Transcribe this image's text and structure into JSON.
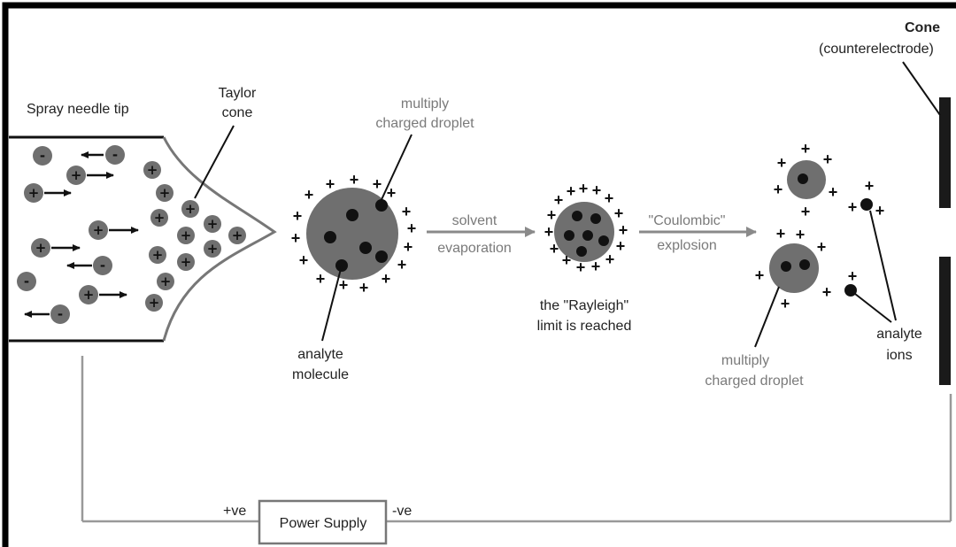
{
  "colors": {
    "frame": "#000000",
    "droplet": "#6f6f6f",
    "dark": "#111111",
    "wire": "#999999",
    "arrow_grey": "#8a8a8a",
    "grey_text": "#7a7a7a"
  },
  "labels": {
    "needle_tip": "Spray needle tip",
    "taylor_cone_1": "Taylor",
    "taylor_cone_2": "cone",
    "multiply_charged_1_l1": "multiply",
    "multiply_charged_1_l2": "charged droplet",
    "solvent_evaporation_l1": "solvent",
    "solvent_evaporation_l2": "evaporation",
    "coulombic_l1": "\"Coulombic\"",
    "coulombic_l2": "explosion",
    "rayleigh_l1": "the \"Rayleigh\"",
    "rayleigh_l2": "limit is reached",
    "analyte_molecule_l1": "analyte",
    "analyte_molecule_l2": "molecule",
    "multiply_charged_2_l1": "multiply",
    "multiply_charged_2_l2": "charged droplet",
    "analyte_ions_l1": "analyte",
    "analyte_ions_l2": "ions",
    "cone_l1": "Cone",
    "cone_l2": "(counterelectrode)",
    "power_supply": "Power Supply",
    "plus_ve": "+ve",
    "minus_ve": "-ve"
  },
  "symbols": {
    "plus": "+",
    "minus": "-"
  }
}
